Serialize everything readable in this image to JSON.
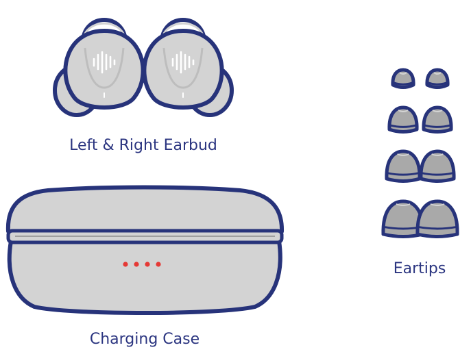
{
  "labels": {
    "earbuds": "Left & Right Earbud",
    "case": "Charging Case",
    "eartips": "Eartips"
  },
  "colors": {
    "outline": "#27337a",
    "fill": "#d3d3d3",
    "fill_dark": "#a9a9a9",
    "shell_line": "#bdbdbd",
    "led": "#e53935",
    "logo": "#ffffff",
    "text": "#2b3580"
  },
  "items": {
    "earbud_count": 2,
    "case_led_count": 4,
    "eartip_sizes": [
      "XS",
      "S",
      "M",
      "L"
    ],
    "eartips_per_size": 2
  }
}
